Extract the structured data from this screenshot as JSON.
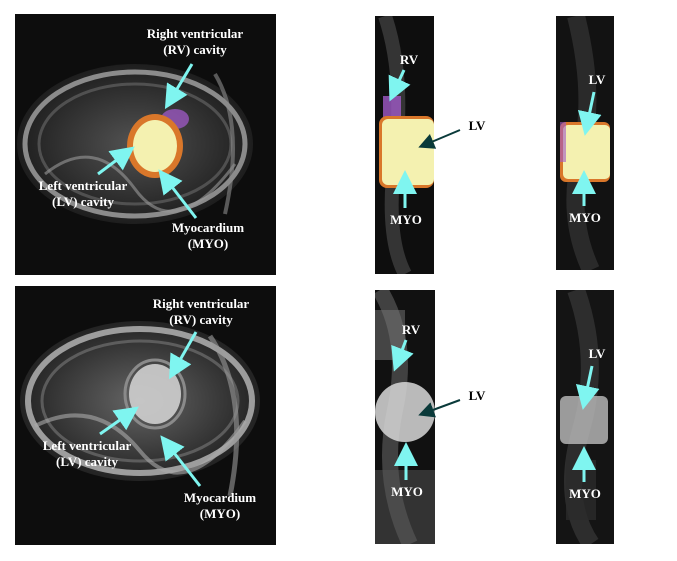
{
  "labels": {
    "rv_cavity_line1": "Right ventricular",
    "rv_cavity_line2": "(RV) cavity",
    "lv_cavity_line1": "Left ventricular",
    "lv_cavity_line2": "(LV) cavity",
    "myo_line1": "Myocardium",
    "myo_line2": "(MYO)",
    "rv": "RV",
    "lv": "LV",
    "myo": "MYO"
  },
  "colors": {
    "arrow_cyan": "#7ff5f0",
    "arrow_dark": "#0a3a3a",
    "lv_fill": "#f4f1b0",
    "myo_fill": "#d9772a",
    "rv_fill": "#a05ac8"
  }
}
